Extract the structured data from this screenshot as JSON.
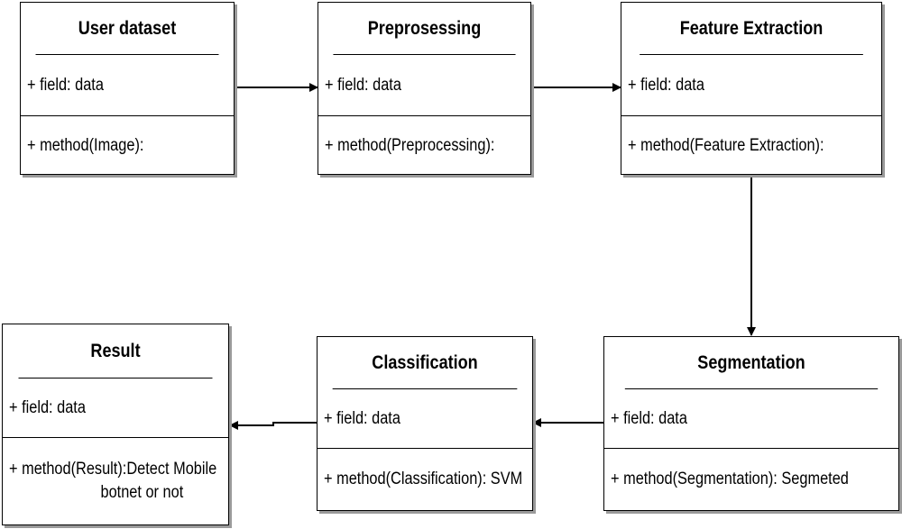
{
  "classes": {
    "user_dataset": {
      "title": "User dataset",
      "field": "+ field: data",
      "method": "+ method(Image):"
    },
    "preprocessing": {
      "title": "Preprosessing",
      "field": "+ field: data",
      "method": "+ method(Preprocessing):"
    },
    "feature_extraction": {
      "title": "Feature Extraction",
      "field": "+ field: data",
      "method": "+ method(Feature Extraction):"
    },
    "segmentation": {
      "title": "Segmentation",
      "field": "+ field: data",
      "method": "+ method(Segmentation): Segmeted"
    },
    "classification": {
      "title": "Classification",
      "field": "+ field: data",
      "method": "+ method(Classification): SVM"
    },
    "result": {
      "title": "Result",
      "field": "+ field: data",
      "method_line1": "+ method(Result):Detect Mobile",
      "method_line2": "botnet or not"
    }
  },
  "colors": {
    "border": "#000000",
    "shadow": "#9a9a9a",
    "background": "#ffffff"
  }
}
